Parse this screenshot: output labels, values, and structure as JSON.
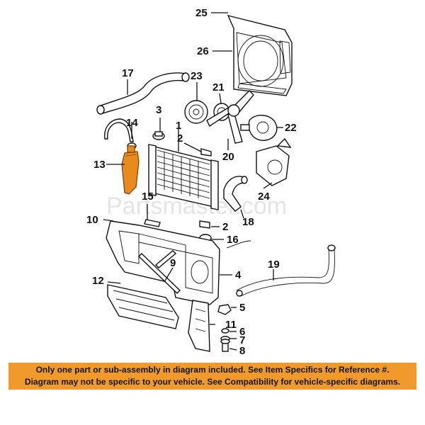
{
  "watermark": "Partsmaster.com",
  "callouts": {
    "c1": "1",
    "c2a": "2",
    "c2b": "2",
    "c3": "3",
    "c4": "4",
    "c5": "5",
    "c6": "6",
    "c7": "7",
    "c8": "8",
    "c9": "9",
    "c10": "10",
    "c11": "11",
    "c12": "12",
    "c13": "13",
    "c14": "14",
    "c15": "15",
    "c16": "16",
    "c17": "17",
    "c18": "18",
    "c19": "19",
    "c20": "20",
    "c21": "21",
    "c22": "22",
    "c23": "23",
    "c24": "24",
    "c25": "25",
    "c26": "26"
  },
  "notice": {
    "line1": "Only one part or sub-assembly in diagram included. See Item Specifics for Reference #.",
    "line2": "Diagram may not be specific to your vehicle. See Compatibility for vehicle-specific diagrams."
  },
  "colors": {
    "highlight_part": "#e98a1f",
    "banner": "#f19a2c"
  }
}
